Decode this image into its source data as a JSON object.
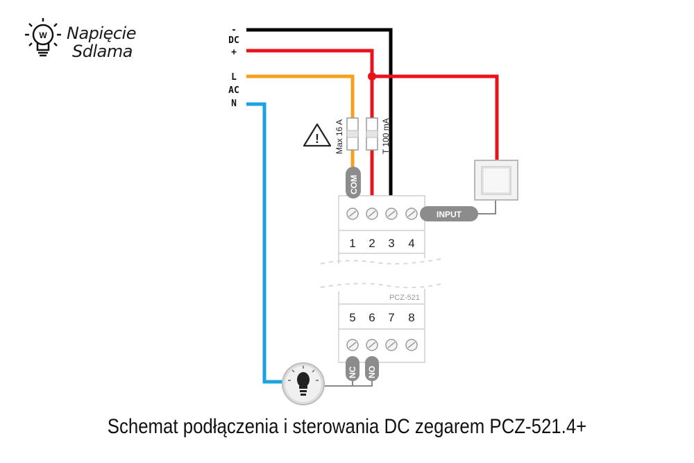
{
  "logo": {
    "line1": "Napięcie",
    "line2": "Sdlama",
    "mark": "W"
  },
  "power_labels": {
    "dc_minus": "-",
    "dc": "DC",
    "dc_plus": "+",
    "ac_l": "L",
    "ac": "AC",
    "ac_n": "N"
  },
  "fuses": {
    "max": "Max 16 A",
    "t": "T 100 mA"
  },
  "pills": {
    "com": "COM",
    "input": "INPUT",
    "nc": "NC",
    "no": "NO"
  },
  "device": {
    "model": "PCZ-521",
    "top_terminals": [
      "1",
      "2",
      "3",
      "4"
    ],
    "bottom_terminals": [
      "5",
      "6",
      "7",
      "8"
    ]
  },
  "warning_symbol": "!",
  "caption": "Schemat podłączenia i sterowania DC zegarem PCZ-521.4+",
  "colors": {
    "dc_negative": "#000000",
    "dc_positive": "#e8141b",
    "ac_live": "#f5a11c",
    "ac_neutral": "#1ba3e0",
    "pill": "#8c8c8c"
  },
  "icons": [
    "bulb-logo-icon",
    "warning-icon",
    "push-button-icon",
    "lamp-icon",
    "screw-terminal-icon"
  ]
}
